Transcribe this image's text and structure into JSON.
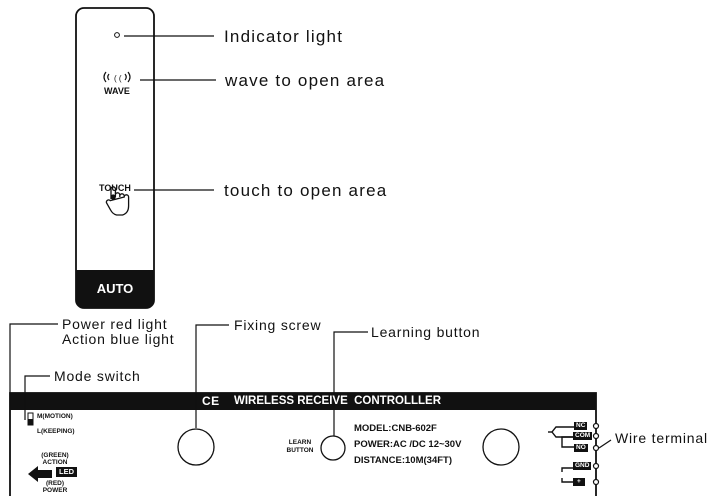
{
  "device": {
    "wave_label": "WAVE",
    "touch_label": "TOUCH",
    "auto_label": "AUTO"
  },
  "callouts": {
    "indicator": "Indicator light",
    "wave": "wave to open area",
    "touch": "touch to open area",
    "power_light_1": "Power red light",
    "power_light_2": "Action blue light",
    "fixing_screw": "Fixing screw",
    "learning_button": "Learning button",
    "mode_switch": "Mode switch",
    "wire_terminal": "Wire terminal"
  },
  "controller": {
    "ce_mark": "CE",
    "title": "WIRELESS RECEIVE  CONTROLLLER",
    "mode_motion": "M(MOTION)",
    "mode_keeping": "L(KEEPING)",
    "led_green": "(GREEN)",
    "led_action": "ACTION",
    "led_label": "LED",
    "led_red": "(RED)",
    "led_power": "POWER",
    "learn_line1": "LEARN",
    "learn_line2": "BUTTON",
    "model": "MODEL:CNB-602F",
    "power": "POWER:AC /DC 12~30V",
    "distance": "DISTANCE:10M(34FT)",
    "terminals": [
      "NC",
      "COM",
      "NO",
      "GND",
      "+"
    ]
  }
}
